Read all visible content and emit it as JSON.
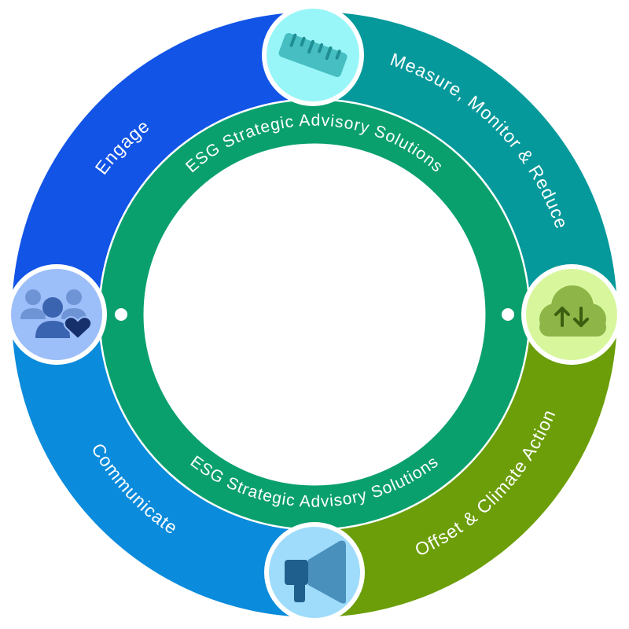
{
  "diagram": {
    "inner_ring": {
      "top_label": "ESG Strategic Advisory Solutions",
      "bottom_label": "ESG Strategic Advisory Solutions",
      "color": "#0aa06e"
    },
    "segments": [
      {
        "id": "engage",
        "label": "Engage",
        "color": "#1254e6"
      },
      {
        "id": "measure",
        "label": "Measure, Monitor & Reduce",
        "color": "#05999b"
      },
      {
        "id": "offset",
        "label": "Offset & Climate Action",
        "color": "#6b9e08"
      },
      {
        "id": "communicate",
        "label": "Communicate",
        "color": "#0a8bdc"
      }
    ],
    "icons": [
      {
        "id": "ruler",
        "name": "ruler-icon",
        "bg": "#99f6f8",
        "fg": "#47bfc2"
      },
      {
        "id": "cloud",
        "name": "cloud-transfer-icon",
        "bg": "#d8f79d",
        "fg": "#8db547"
      },
      {
        "id": "megaphone",
        "name": "megaphone-icon",
        "bg": "#9fdcfb",
        "fg": "#1f5f8e"
      },
      {
        "id": "people",
        "name": "people-heart-icon",
        "bg": "#9cbef9",
        "fg": "#3a63b0"
      }
    ]
  }
}
